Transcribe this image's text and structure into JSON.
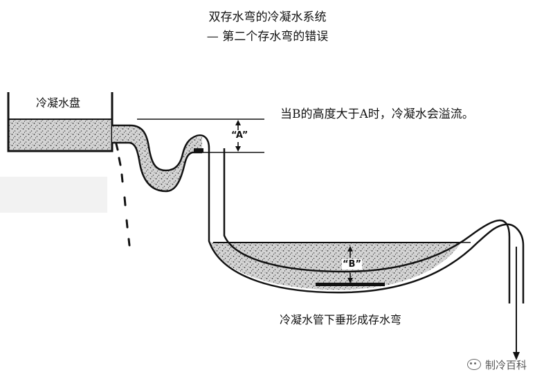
{
  "title": {
    "line1": "双存水弯的冷凝水系统",
    "line2": "— 第二个存水弯的错误"
  },
  "labels": {
    "drain_pan": "冷凝水盘",
    "overflow_note": "当B的高度大于A时，冷凝水会溢流。",
    "sag_trap_note": "冷凝水管下垂形成存水弯",
    "dimension_a": "“A”",
    "dimension_b": "“B”"
  },
  "watermark": {
    "text": "制冷百科",
    "icon": "wechat-icon"
  },
  "colors": {
    "ink": "#111111",
    "water_fill": "#d9d9d9",
    "background": "#ffffff"
  }
}
